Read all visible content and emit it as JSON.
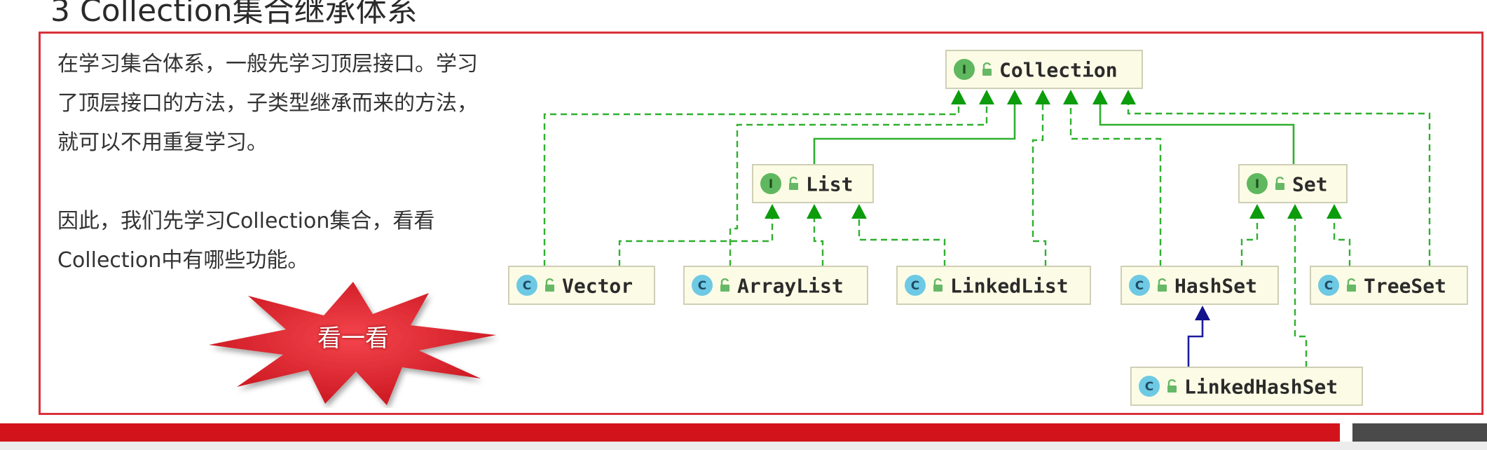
{
  "title": "3 Collection集合继承体系",
  "description": {
    "paragraph1": [
      "在学习集合体系，一般先学习顶层接口。学习",
      "了顶层接口的方法，子类型继承而来的方法，",
      "就可以不用重复学习。"
    ],
    "paragraph2": [
      "因此，我们先学习Collection集合，看看",
      "Collection中有哪些功能。"
    ]
  },
  "callout": {
    "label": "看一看"
  },
  "diagram": {
    "nodes": [
      {
        "id": "collection",
        "label": "Collection",
        "kind": "I",
        "icon": "interface-icon"
      },
      {
        "id": "list",
        "label": "List",
        "kind": "I",
        "icon": "interface-icon"
      },
      {
        "id": "set",
        "label": "Set",
        "kind": "I",
        "icon": "interface-icon"
      },
      {
        "id": "vector",
        "label": "Vector",
        "kind": "C",
        "icon": "class-icon"
      },
      {
        "id": "arraylist",
        "label": "ArrayList",
        "kind": "C",
        "icon": "class-icon"
      },
      {
        "id": "linkedlist",
        "label": "LinkedList",
        "kind": "C",
        "icon": "class-icon"
      },
      {
        "id": "hashset",
        "label": "HashSet",
        "kind": "C",
        "icon": "class-icon"
      },
      {
        "id": "treeset",
        "label": "TreeSet",
        "kind": "C",
        "icon": "class-icon"
      },
      {
        "id": "linkedhashset",
        "label": "LinkedHashSet",
        "kind": "C",
        "icon": "class-icon"
      }
    ],
    "edges": [
      {
        "from": "list",
        "to": "collection",
        "style": "extends"
      },
      {
        "from": "set",
        "to": "collection",
        "style": "extends"
      },
      {
        "from": "vector",
        "to": "collection",
        "style": "implements"
      },
      {
        "from": "arraylist",
        "to": "collection",
        "style": "implements"
      },
      {
        "from": "linkedlist",
        "to": "collection",
        "style": "implements"
      },
      {
        "from": "hashset",
        "to": "collection",
        "style": "implements"
      },
      {
        "from": "treeset",
        "to": "collection",
        "style": "implements"
      },
      {
        "from": "vector",
        "to": "list",
        "style": "implements"
      },
      {
        "from": "arraylist",
        "to": "list",
        "style": "implements"
      },
      {
        "from": "linkedlist",
        "to": "list",
        "style": "implements"
      },
      {
        "from": "hashset",
        "to": "set",
        "style": "implements"
      },
      {
        "from": "linkedhashset",
        "to": "set",
        "style": "implements"
      },
      {
        "from": "treeset",
        "to": "set",
        "style": "implements"
      },
      {
        "from": "linkedhashset",
        "to": "hashset",
        "style": "class-extends"
      }
    ],
    "colors": {
      "implements_line": "#2fb02f",
      "arrowhead": "#0c9c0c",
      "class_extends_line": "#1c1c9e",
      "node_fill": "#fcfce6",
      "interface_icon": "#5fb75f",
      "class_icon": "#6ec9e4"
    }
  },
  "colors": {
    "frame_border": "#d8313b",
    "callout_fill": "#e02530",
    "bottom_bar": "#d3131b",
    "bottom_bar_dark": "#4a4a4a"
  }
}
